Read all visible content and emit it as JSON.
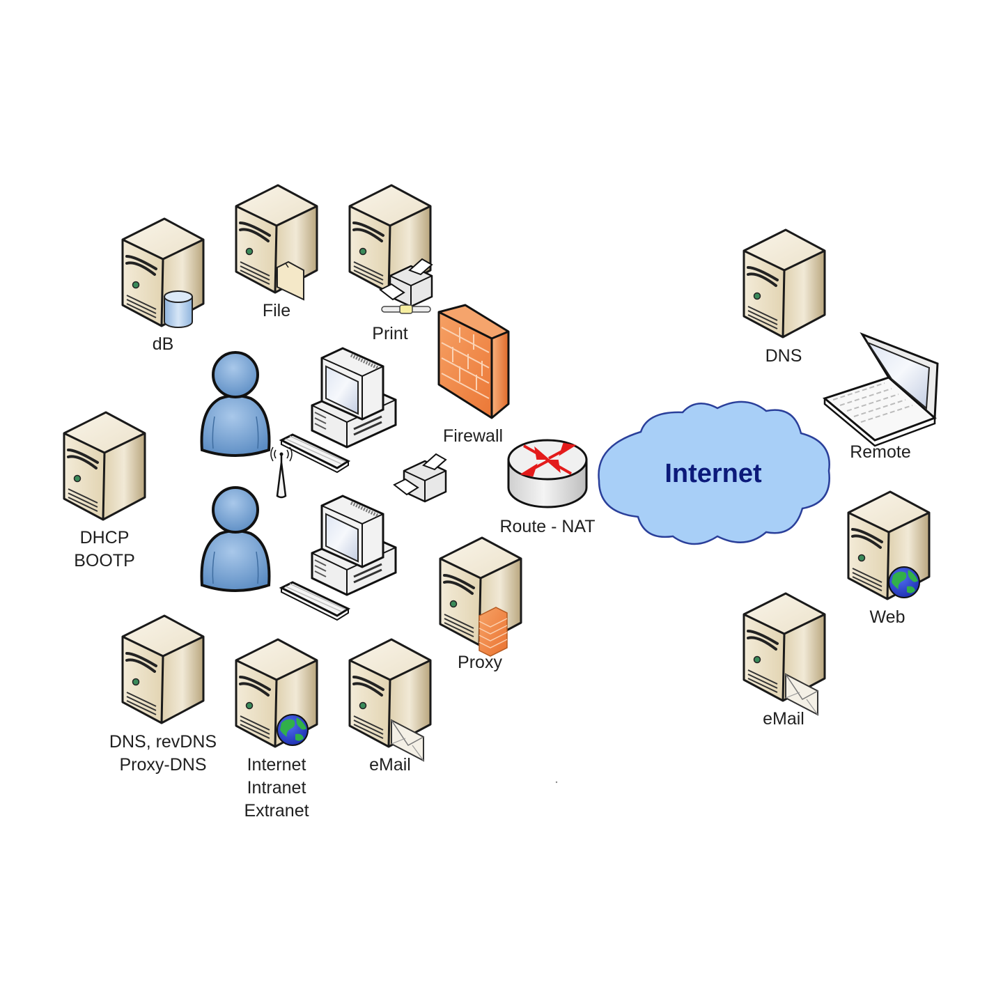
{
  "diagram": {
    "cloud": {
      "label": "Internet"
    },
    "internal_servers": [
      {
        "id": "db",
        "label": [
          "dB"
        ],
        "badge": "database"
      },
      {
        "id": "file",
        "label": [
          "File"
        ],
        "badge": "folder"
      },
      {
        "id": "print",
        "label": [
          "Print"
        ],
        "badge": "printer"
      },
      {
        "id": "dhcp",
        "label": [
          "DHCP",
          "BOOTP"
        ],
        "badge": "none"
      },
      {
        "id": "dns-internal",
        "label": [
          "DNS, revDNS",
          "Proxy-DNS"
        ],
        "badge": "none"
      },
      {
        "id": "web-internal",
        "label": [
          "Internet",
          "Intranet",
          "Extranet"
        ],
        "badge": "globe"
      },
      {
        "id": "email-internal",
        "label": [
          "eMail"
        ],
        "badge": "envelope"
      },
      {
        "id": "proxy",
        "label": [
          "Proxy"
        ],
        "badge": "firewall"
      }
    ],
    "network_devices": [
      {
        "id": "firewall",
        "label": [
          "Firewall"
        ]
      },
      {
        "id": "router",
        "label": [
          "Route - NAT"
        ]
      }
    ],
    "external_nodes": [
      {
        "id": "dns-external",
        "label": [
          "DNS"
        ],
        "badge": "none"
      },
      {
        "id": "remote",
        "label": [
          "Remote"
        ],
        "type": "laptop"
      },
      {
        "id": "web-external",
        "label": [
          "Web"
        ],
        "badge": "globe"
      },
      {
        "id": "email-external",
        "label": [
          "eMail"
        ],
        "badge": "envelope"
      }
    ],
    "clients": [
      {
        "id": "user-1",
        "type": "user"
      },
      {
        "id": "workstation-1",
        "type": "workstation"
      },
      {
        "id": "user-2",
        "type": "user"
      },
      {
        "id": "workstation-2",
        "type": "workstation"
      },
      {
        "id": "wireless-ap",
        "type": "wireless-access-point"
      },
      {
        "id": "local-printer",
        "type": "printer"
      }
    ],
    "colors": {
      "server_front": "#efe6d0",
      "server_side": "#c9b894",
      "server_top": "#f7f1e2",
      "user_blue": "#6f9fd0",
      "firewall_orange": "#f08a45",
      "cloud_fill": "#a8cff7",
      "cloud_stroke": "#2a3f9a",
      "cloud_text": "#0c1a7a",
      "router_arrow": "#e31b1b"
    }
  }
}
